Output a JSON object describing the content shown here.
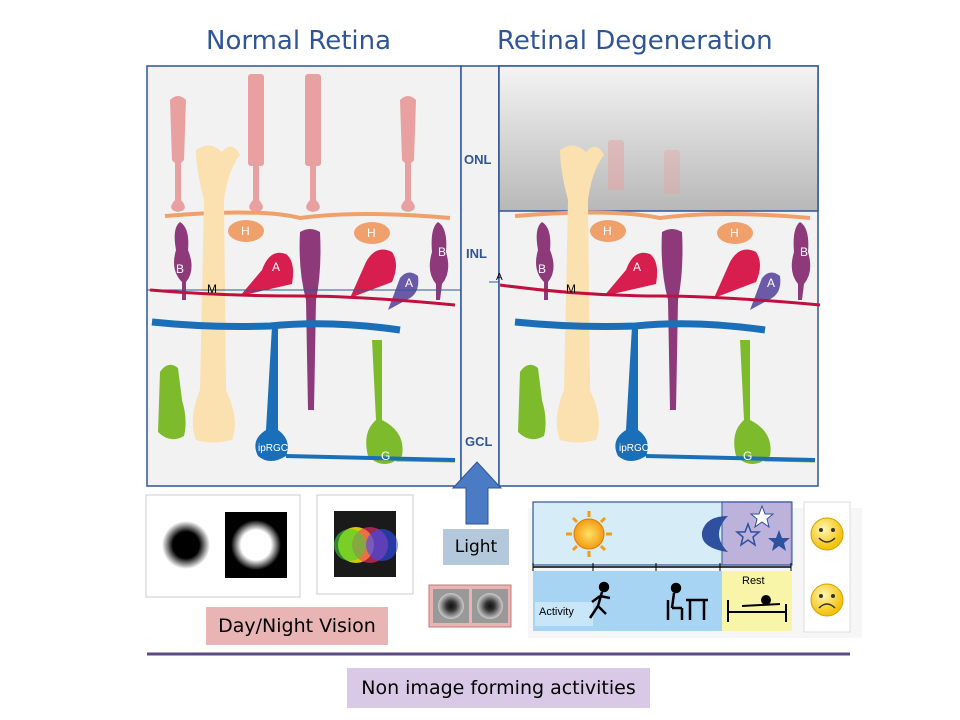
{
  "titles": {
    "left": "Normal Retina",
    "right": "Retinal Degeneration"
  },
  "layers": {
    "onl": "ONL",
    "inl": "INL",
    "gcl": "GCL"
  },
  "cells": {
    "h": "H",
    "b": "B",
    "a": "A",
    "m": "M",
    "g": "G",
    "iprgc": "ipRGC"
  },
  "bottom": {
    "day_night": "Day/Night Vision",
    "light": "Light",
    "non_image": "Non image forming activities",
    "activity": "Activity",
    "rest": "Rest"
  },
  "colors": {
    "title": "#2f5597",
    "layer_label": "#2f5597",
    "photoreceptor": "#e8a0a0",
    "bipolar": "#8e3a7a",
    "amacrine": "#d81e4e",
    "amacrine_small": "#6a5aa8",
    "horizontal": "#f0a06a",
    "muller": "#fbe0b0",
    "iprgc": "#1a6fb8",
    "ganglion": "#7dbb2d",
    "day_night_bg": "#e8b4b4",
    "non_image_bg": "#d9c9e6",
    "light_bg": "#b4c8dc",
    "arrow": "#4a7bc4"
  }
}
